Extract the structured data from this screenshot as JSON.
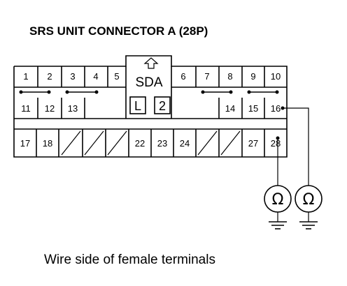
{
  "title": "SRS UNIT CONNECTOR A (28P)",
  "caption": "Wire side of female terminals",
  "key_label": "SDA",
  "lock_labels": [
    "L",
    "2"
  ],
  "meter_symbol": "Ω",
  "pins": {
    "row1": [
      "1",
      "2",
      "3",
      "4",
      "5",
      "6",
      "7",
      "8",
      "9",
      "10"
    ],
    "row2": [
      "11",
      "12",
      "13",
      "14",
      "15",
      "16"
    ],
    "row3": [
      "17",
      "18",
      "22",
      "23",
      "24",
      "27",
      "28"
    ]
  }
}
